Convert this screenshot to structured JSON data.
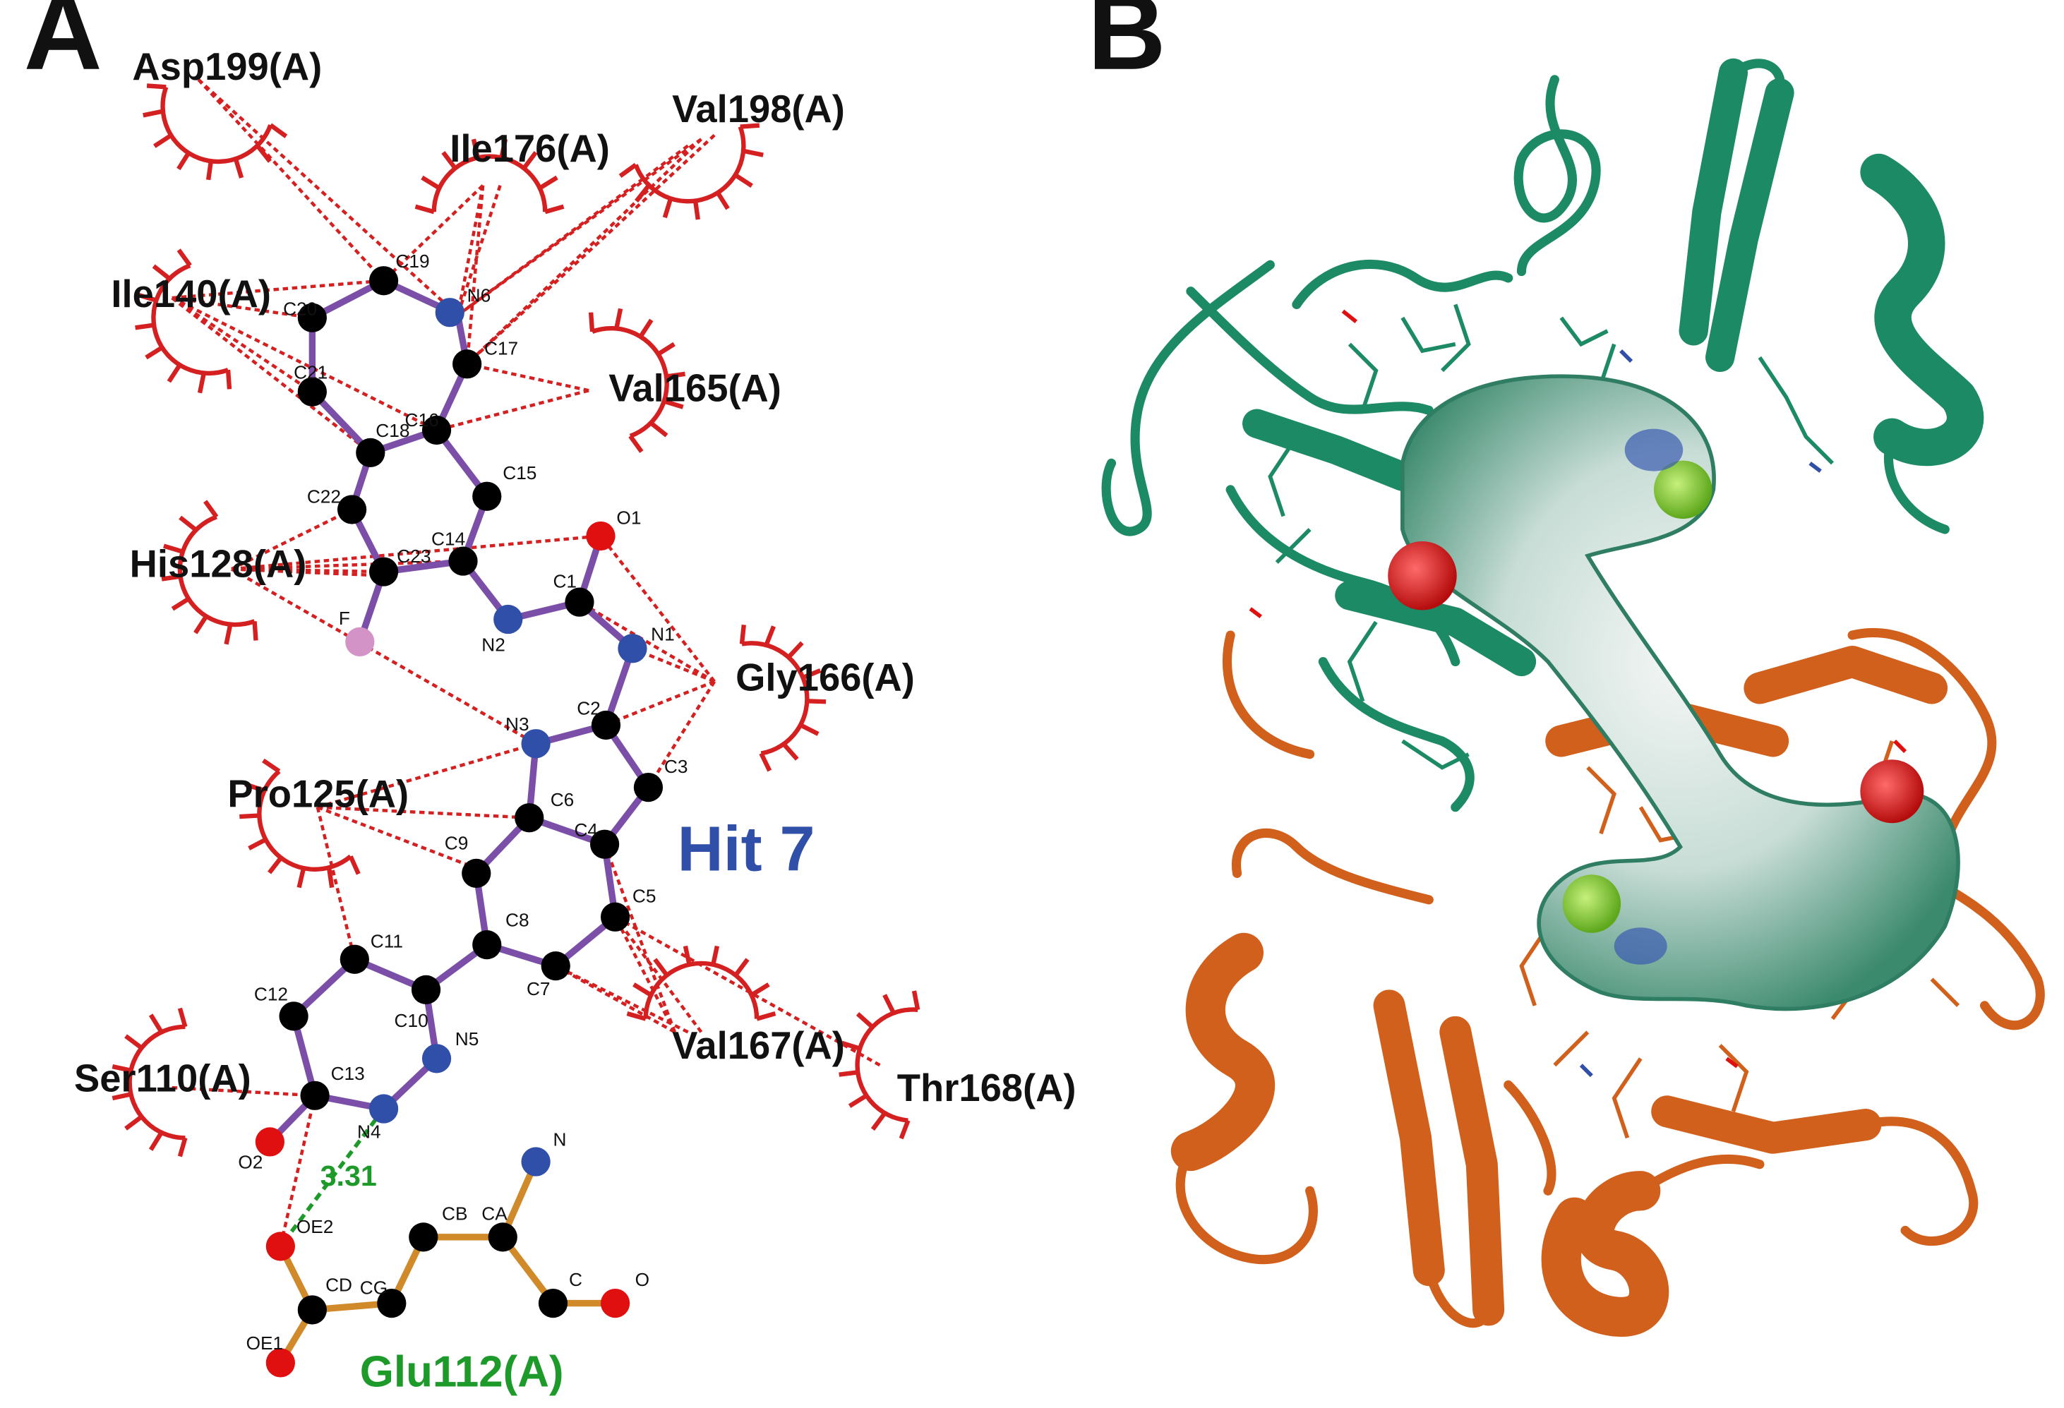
{
  "panels": {
    "a_letter": "A",
    "b_letter": "B"
  },
  "ligand_name": "Hit 7",
  "hbond": {
    "residue": "Glu112(A)",
    "distance": "3.31"
  },
  "residues": {
    "asp199": "Asp199(A)",
    "ile176": "Ile176(A)",
    "val198": "Val198(A)",
    "ile140": "Ile140(A)",
    "val165": "Val165(A)",
    "his128": "His128(A)",
    "gly166": "Gly166(A)",
    "pro125": "Pro125(A)",
    "val167": "Val167(A)",
    "ser110": "Ser110(A)",
    "thr168": "Thr168(A)"
  },
  "atom_labels": {
    "c19": "C19",
    "n6": "N6",
    "c20": "C20",
    "c17": "C17",
    "c21": "C21",
    "c18": "C18",
    "c16": "C16",
    "c15": "C15",
    "c22": "C22",
    "c14": "C14",
    "c23": "C23",
    "o1": "O1",
    "c1": "C1",
    "n2": "N2",
    "f": "F",
    "n1": "N1",
    "c2": "C2",
    "n3": "N3",
    "c3": "C3",
    "c6": "C6",
    "c9": "C9",
    "c4": "C4",
    "c5": "C5",
    "c8": "C8",
    "c11": "C11",
    "c7": "C7",
    "c12": "C12",
    "c10": "C10",
    "n5": "N5",
    "c13": "C13",
    "n4": "N4",
    "o2": "O2",
    "n": "N",
    "oe2": "OE2",
    "cb": "CB",
    "ca": "CA",
    "cd": "CD",
    "cg": "CG",
    "c": "C",
    "o": "O",
    "oe1": "OE1"
  },
  "colors": {
    "bond_ligand": "#7b4fa8",
    "bond_residue": "#d08a2a",
    "carbon": "#000000",
    "nitrogen": "#2f4fa8",
    "oxygen": "#e01010",
    "fluorine": "#d493c7",
    "hydrophobic": "#d42020",
    "hbond": "#1e9a2a",
    "hit_label": "#2f4fa8",
    "chain_a": "#1d8a66",
    "chain_b": "#d0601c",
    "halogen": "#8ad23a"
  }
}
